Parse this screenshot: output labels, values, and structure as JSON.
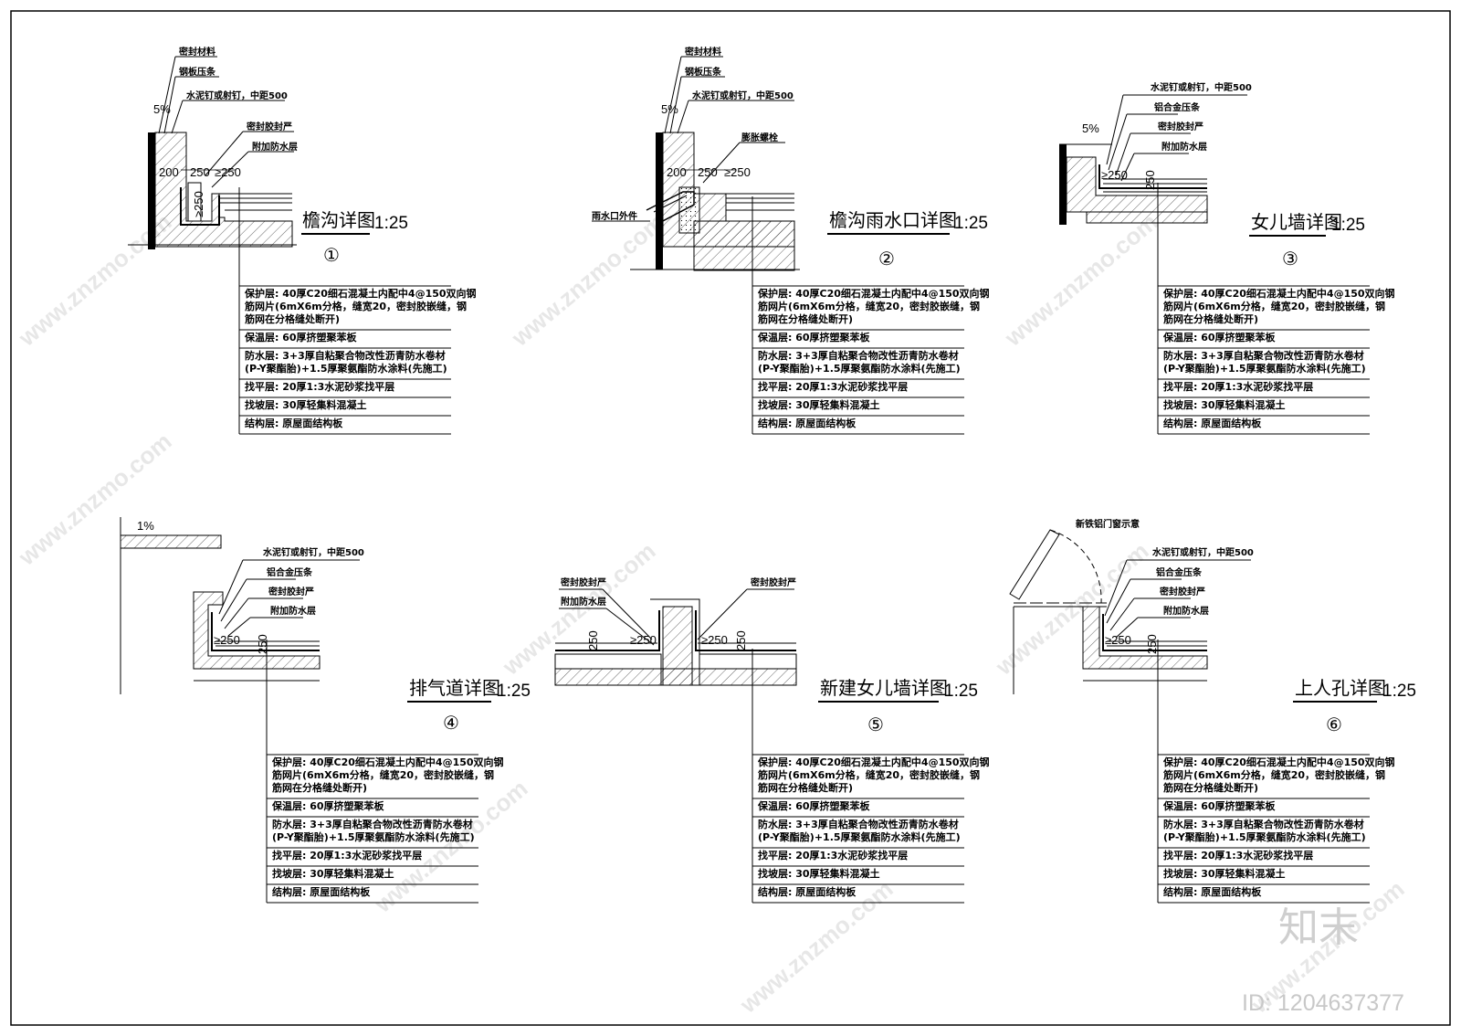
{
  "details": [
    {
      "id": "d1",
      "title": "檐沟详图",
      "scale": "1:25",
      "number": "①",
      "labels": [
        "密封材料",
        "钢板压条",
        "水泥钉或射钉，中距500",
        "密封胶封严",
        "附加防水层"
      ],
      "dims": [
        "5%",
        "200",
        "250",
        "≥250",
        "≥250"
      ],
      "layers": [
        "保护层: 40厚C20细石混凝土内配中4@150双向钢",
        "筋网片(6mX6m分格，缝宽20，密封胶嵌缝，钢",
        "筋网在分格缝处断开)",
        "保温层: 60厚挤塑聚苯板",
        "防水层: 3+3厚自粘聚合物改性沥青防水卷材",
        "(P-Y聚酯胎)+1.5厚聚氨酯防水涂料(先施工)",
        "找平层: 20厚1:3水泥砂浆找平层",
        "找坡层: 30厚轻集料混凝土",
        "结构层: 原屋面结构板"
      ]
    },
    {
      "id": "d2",
      "title": "檐沟雨水口详图",
      "scale": "1:25",
      "number": "②",
      "labels": [
        "密封材料",
        "钢板压条",
        "水泥钉或射钉，中距500",
        "膨胀螺栓",
        "雨水口外件"
      ],
      "dims": [
        "5%",
        "200",
        "250",
        "≥250"
      ],
      "layers": [
        "保护层: 40厚C20细石混凝土内配中4@150双向钢",
        "筋网片(6mX6m分格，缝宽20，密封胶嵌缝，钢",
        "筋网在分格缝处断开)",
        "保温层: 60厚挤塑聚苯板",
        "防水层: 3+3厚自粘聚合物改性沥青防水卷材",
        "(P-Y聚酯胎)+1.5厚聚氨酯防水涂料(先施工)",
        "找平层: 20厚1:3水泥砂浆找平层",
        "找坡层: 30厚轻集料混凝土",
        "结构层: 原屋面结构板"
      ]
    },
    {
      "id": "d3",
      "title": "女儿墙详图",
      "scale": "1:25",
      "number": "③",
      "labels": [
        "水泥钉或射钉，中距500",
        "铝合金压条",
        "密封胶封严",
        "附加防水层"
      ],
      "dims": [
        "5%",
        "≥250",
        "250"
      ],
      "layers": [
        "保护层: 40厚C20细石混凝土内配中4@150双向钢",
        "筋网片(6mX6m分格，缝宽20，密封胶嵌缝，钢",
        "筋网在分格缝处断开)",
        "保温层: 60厚挤塑聚苯板",
        "防水层: 3+3厚自粘聚合物改性沥青防水卷材",
        "(P-Y聚酯胎)+1.5厚聚氨酯防水涂料(先施工)",
        "找平层: 20厚1:3水泥砂浆找平层",
        "找坡层: 30厚轻集料混凝土",
        "结构层: 原屋面结构板"
      ]
    },
    {
      "id": "d4",
      "title": "排气道详图",
      "scale": "1:25",
      "number": "④",
      "labels": [
        "水泥钉或射钉，中距500",
        "铝合金压条",
        "密封胶封严",
        "附加防水层"
      ],
      "dims": [
        "1%",
        "≥250",
        "250"
      ],
      "layers": [
        "保护层: 40厚C20细石混凝土内配中4@150双向钢",
        "筋网片(6mX6m分格，缝宽20，密封胶嵌缝，钢",
        "筋网在分格缝处断开)",
        "保温层: 60厚挤塑聚苯板",
        "防水层: 3+3厚自粘聚合物改性沥青防水卷材",
        "(P-Y聚酯胎)+1.5厚聚氨酯防水涂料(先施工)",
        "找平层: 20厚1:3水泥砂浆找平层",
        "找坡层: 30厚轻集料混凝土",
        "结构层: 原屋面结构板"
      ]
    },
    {
      "id": "d5",
      "title": "新建女儿墙详图",
      "scale": "1:25",
      "number": "⑤",
      "labels": [
        "密封胶封严",
        "附加防水层",
        "密封胶封严"
      ],
      "dims": [
        "250",
        "≥250",
        "≥250",
        "250"
      ],
      "layers": [
        "保护层: 40厚C20细石混凝土内配中4@150双向钢",
        "筋网片(6mX6m分格，缝宽20，密封胶嵌缝，钢",
        "筋网在分格缝处断开)",
        "保温层: 60厚挤塑聚苯板",
        "防水层: 3+3厚自粘聚合物改性沥青防水卷材",
        "(P-Y聚酯胎)+1.5厚聚氨酯防水涂料(先施工)",
        "找平层: 20厚1:3水泥砂浆找平层",
        "找坡层: 30厚轻集料混凝土",
        "结构层: 原屋面结构板"
      ]
    },
    {
      "id": "d6",
      "title": "上人孔详图",
      "scale": "1:25",
      "number": "⑥",
      "labels": [
        "新铁铝门窗示意",
        "水泥钉或射钉，中距500",
        "铝合金压条",
        "密封胶封严",
        "附加防水层"
      ],
      "dims": [
        "≥250",
        "250"
      ],
      "layers": [
        "保护层: 40厚C20细石混凝土内配中4@150双向钢",
        "筋网片(6mX6m分格，缝宽20，密封胶嵌缝，钢",
        "筋网在分格缝处断开)",
        "保温层: 60厚挤塑聚苯板",
        "防水层: 3+3厚自粘聚合物改性沥青防水卷材",
        "(P-Y聚酯胎)+1.5厚聚氨酯防水涂料(先施工)",
        "找平层: 20厚1:3水泥砂浆找平层",
        "找坡层: 30厚轻集料混凝土",
        "结构层: 原屋面结构板"
      ]
    }
  ],
  "watermark": {
    "repeat": "www.znzmo.com",
    "brand": "知末",
    "id_text": "ID: 1204637377"
  }
}
